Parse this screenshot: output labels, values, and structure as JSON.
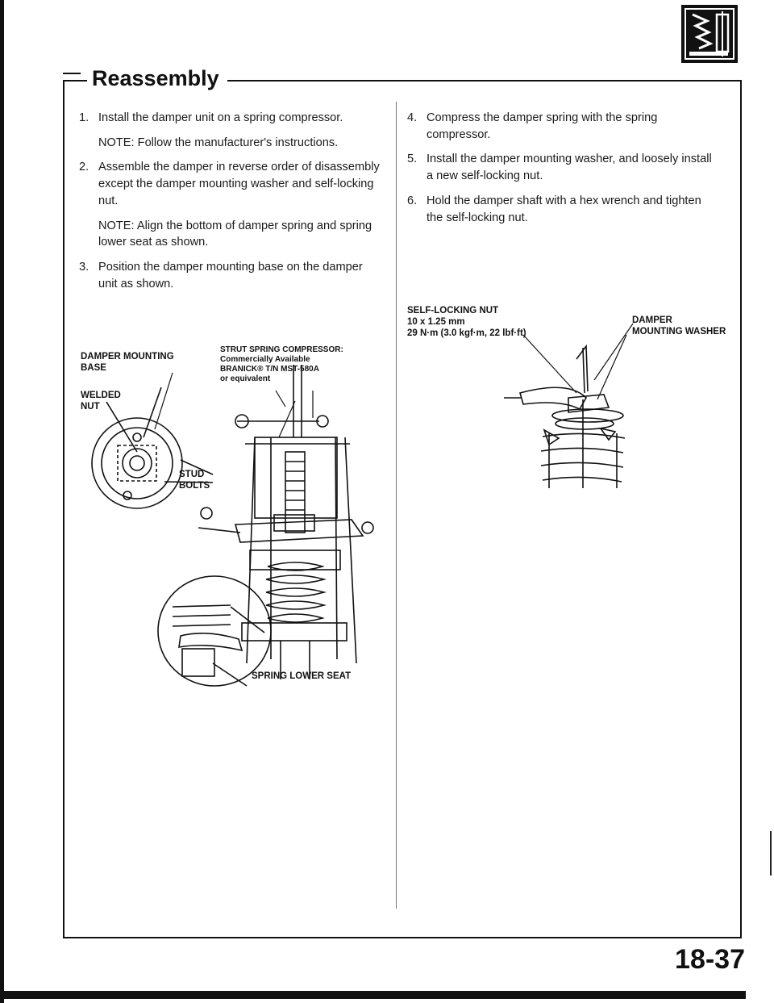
{
  "section": {
    "title": "Reassembly"
  },
  "left_column": {
    "steps": [
      {
        "number": "1.",
        "text": "Install the damper unit on a spring compressor."
      },
      {
        "number": "2.",
        "text": "Assemble the damper in reverse order of disassembly except the damper mounting washer and self-locking nut."
      },
      {
        "number": "3.",
        "text": "Position the damper mounting base on the damper unit as shown."
      }
    ],
    "notes": [
      "NOTE: Follow the manufacturer's instructions.",
      "NOTE: Align the bottom of damper spring and spring lower seat as shown."
    ]
  },
  "right_column": {
    "steps": [
      {
        "number": "4.",
        "text": "Compress the damper spring with the spring compressor."
      },
      {
        "number": "5.",
        "text": "Install the damper mounting washer, and loosely install a new self-locking nut."
      },
      {
        "number": "6.",
        "text": "Hold the damper shaft with a hex wrench and tighten the self-locking nut."
      }
    ]
  },
  "figure_left": {
    "labels": {
      "damper_mounting_base": [
        "DAMPER MOUNTING",
        "BASE"
      ],
      "compressor": [
        "STRUT SPRING COMPRESSOR:",
        "Commercially Available",
        "BRANICK® T/N MST-580A",
        "or equivalent"
      ],
      "welded_nut": [
        "WELDED",
        "NUT"
      ],
      "stud_bolts": [
        "STUD",
        "BOLTS"
      ],
      "spring_lower_seat": "SPRING LOWER SEAT"
    }
  },
  "figure_right": {
    "labels": {
      "nut": [
        "SELF-LOCKING NUT",
        "10 x 1.25 mm",
        "29 N·m (3.0 kgf·m, 22 lbf·ft)"
      ],
      "washer": [
        "DAMPER",
        "MOUNTING WASHER"
      ]
    }
  },
  "footer": {
    "page_number": "18-37"
  },
  "icons": {
    "corner": "suspension-section-icon"
  }
}
